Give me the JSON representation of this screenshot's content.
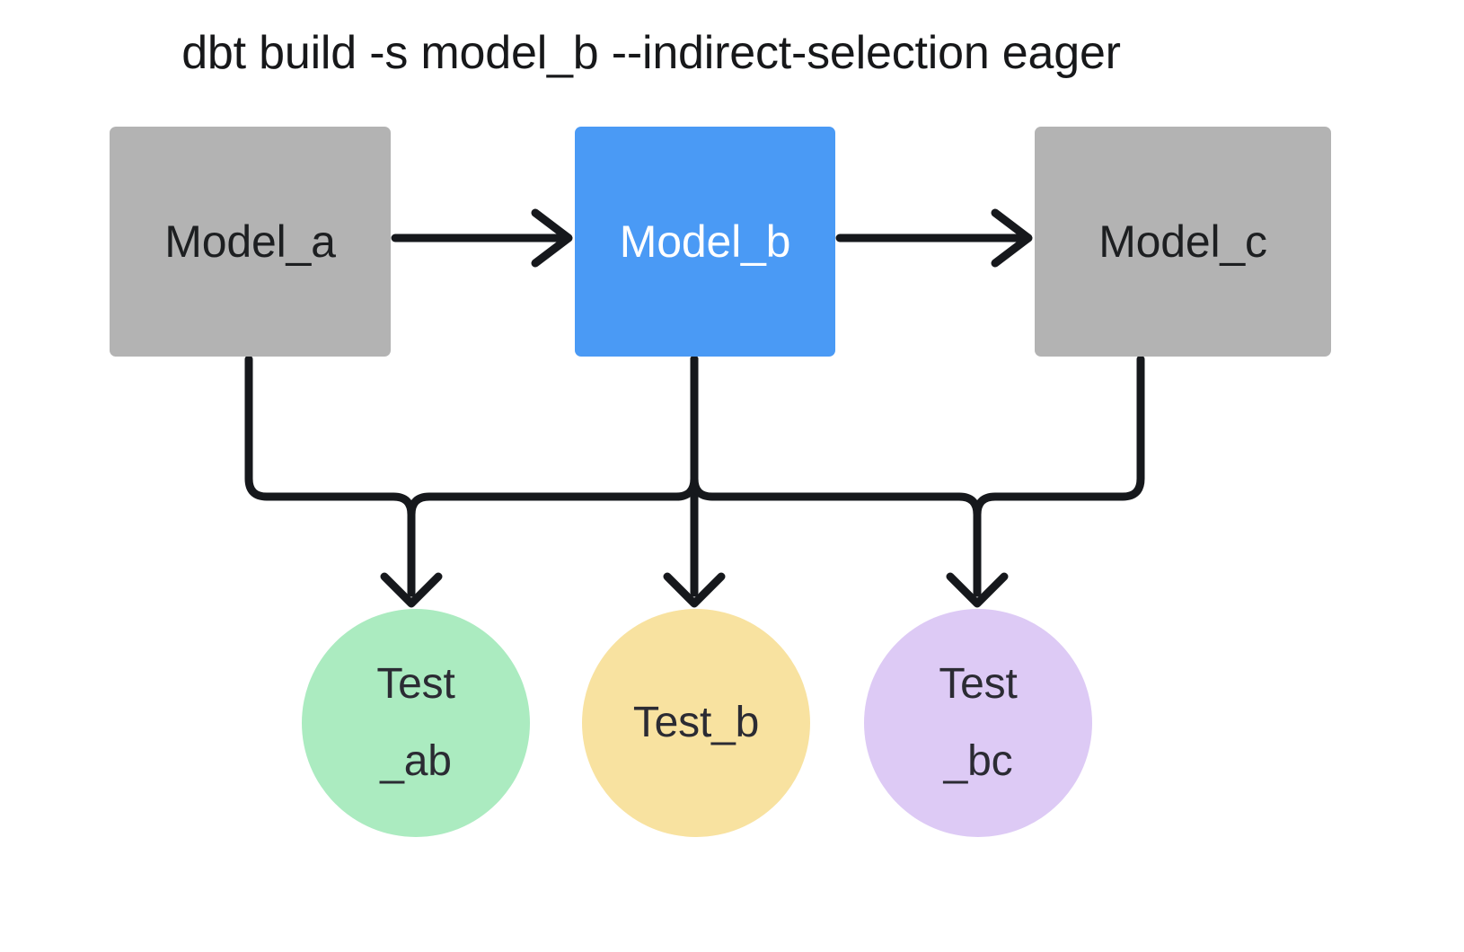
{
  "title": "dbt build -s model_b --indirect-selection eager",
  "colors": {
    "background": "#ffffff",
    "model_default_fill": "#b3b3b3",
    "model_selected_fill": "#4a9af5",
    "model_default_text": "#1d1f21",
    "model_selected_text": "#ffffff",
    "test_ab_fill": "#abebc0",
    "test_b_fill": "#f8e2a0",
    "test_bc_fill": "#ddcaf5",
    "test_text": "#2b2b33",
    "edge_stroke": "#16181c",
    "title_text": "#17181a"
  },
  "nodes": {
    "models": [
      {
        "id": "model_a",
        "label": "Model_a",
        "selected": false
      },
      {
        "id": "model_b",
        "label": "Model_b",
        "selected": true
      },
      {
        "id": "model_c",
        "label": "Model_c",
        "selected": false
      }
    ],
    "tests": [
      {
        "id": "test_ab",
        "label_line1": "Test",
        "label_line2": "_ab",
        "full_label": "Test_ab"
      },
      {
        "id": "test_b",
        "label_line1": "Test_b",
        "label_line2": "",
        "full_label": "Test_b"
      },
      {
        "id": "test_bc",
        "label_line1": "Test",
        "label_line2": "_bc",
        "full_label": "Test_bc"
      }
    ]
  },
  "edges": [
    {
      "from": "model_a",
      "to": "model_b",
      "kind": "horizontal-arrow"
    },
    {
      "from": "model_b",
      "to": "model_c",
      "kind": "horizontal-arrow"
    },
    {
      "from": "model_a",
      "to": "test_ab",
      "kind": "elbow-arrow"
    },
    {
      "from": "model_b",
      "to": "test_ab",
      "kind": "elbow-arrow"
    },
    {
      "from": "model_b",
      "to": "test_b",
      "kind": "straight-arrow"
    },
    {
      "from": "model_b",
      "to": "test_bc",
      "kind": "elbow-arrow"
    },
    {
      "from": "model_c",
      "to": "test_bc",
      "kind": "elbow-arrow"
    }
  ]
}
